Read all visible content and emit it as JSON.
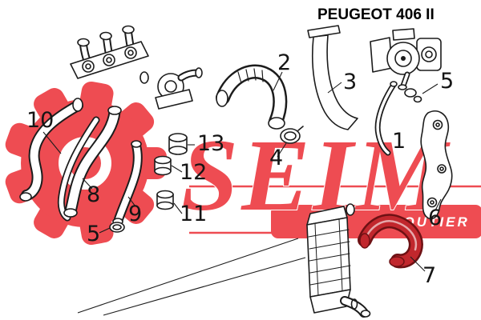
{
  "title": "PEUGEOT 406 II",
  "watermark": {
    "brand": "SEIM",
    "sub": "COUTIER",
    "color": "#ee4c52"
  },
  "highlight_color": "#c1272d",
  "callouts": [
    "10",
    "8",
    "5",
    "9",
    "13",
    "12",
    "11",
    "2",
    "4",
    "3",
    "1",
    "5",
    "6",
    "7"
  ]
}
